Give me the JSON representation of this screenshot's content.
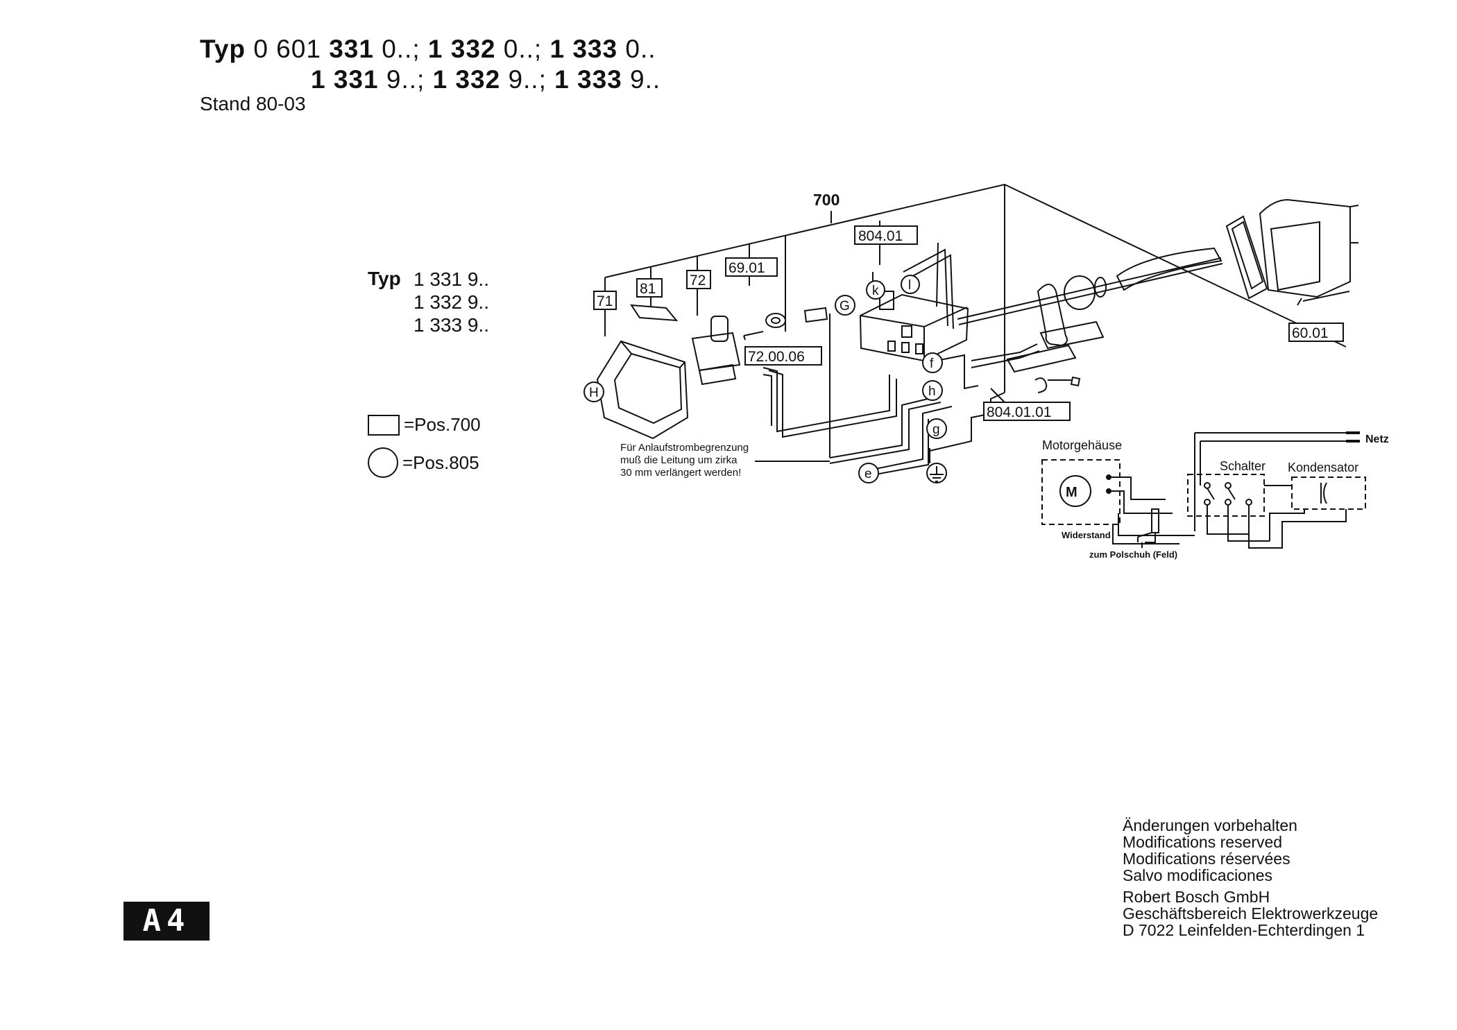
{
  "header": {
    "typ_label": "Typ",
    "line1": [
      "0 601",
      "331",
      "0..;",
      "1 332",
      "0..;",
      "1 333",
      "0.."
    ],
    "line2": [
      "1 331",
      "9..;",
      "1 332",
      "9..;",
      "1 333",
      "9.."
    ],
    "stand": "Stand 80-03"
  },
  "sub_typ": {
    "label": "Typ",
    "items": [
      "1 331 9..",
      "1 332 9..",
      "1 333 9.."
    ]
  },
  "legend": {
    "box_label": "=Pos.700",
    "circle_label": "=Pos.805"
  },
  "diagram": {
    "part_numbers": {
      "p700": "700",
      "p804_01": "804.01",
      "p69_01": "69.01",
      "p72": "72",
      "p81": "81",
      "p71": "71",
      "p72_00_06": "72.00.06",
      "p804_01_01": "804.01.01",
      "p60_01": "60.01"
    },
    "circle_labels": {
      "H": "H",
      "G": "G",
      "k": "k",
      "l": "l",
      "f": "f",
      "h": "h",
      "g": "g",
      "e": "e"
    },
    "wiring_note": [
      "Für Anlaufstrombegrenzung",
      "muß die Leitung um zirka",
      "30 mm verlängert werden!"
    ]
  },
  "schematic": {
    "motorgehaeuse": "Motorgehäuse",
    "motor": "M",
    "schalter": "Schalter",
    "kondensator": "Kondensator",
    "netz": "Netz",
    "widerstand": "Widerstand",
    "polschuh": "zum Polschuh (Feld)"
  },
  "footer": {
    "notes": [
      "Änderungen vorbehalten",
      "Modifications reserved",
      "Modifications réservées",
      "Salvo modificaciones"
    ],
    "company": [
      "Robert Bosch GmbH",
      "Geschäftsbereich Elektrowerkzeuge",
      "D 7022 Leinfelden-Echterdingen 1"
    ],
    "page_tag": "A4"
  }
}
